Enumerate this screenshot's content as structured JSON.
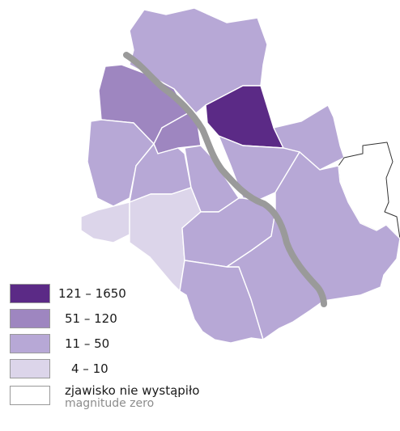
{
  "colors": {
    "class_121_1650": "#5b2a86",
    "class_51_120": "#9e86c0",
    "class_11_50": "#b7a8d6",
    "class_4_10": "#dcd5ea",
    "class_zero": "#ffffff",
    "district_border": "#ffffff",
    "outline_zero": "#333333",
    "river": "#9a9a9a"
  },
  "legend": {
    "items": [
      {
        "label": "121 – 1650",
        "class": "121-1650"
      },
      {
        "label": "51 – 120",
        "class": "51-120"
      },
      {
        "label": "11 – 50",
        "class": "11-50"
      },
      {
        "label": "4 – 10",
        "class": "4-10"
      }
    ],
    "zero": {
      "label": "zjawisko nie wystąpiło",
      "sublabel": "magnitude zero"
    }
  },
  "districts": [
    {
      "id": "north",
      "class": "11-50"
    },
    {
      "id": "northwest",
      "class": "51-120"
    },
    {
      "id": "center-north",
      "class": "51-120"
    },
    {
      "id": "northeast",
      "class": "121-1650"
    },
    {
      "id": "east-north",
      "class": "11-50"
    },
    {
      "id": "far-east",
      "class": "zero"
    },
    {
      "id": "west",
      "class": "11-50"
    },
    {
      "id": "central-west",
      "class": "11-50"
    },
    {
      "id": "central",
      "class": "11-50"
    },
    {
      "id": "east-central",
      "class": "11-50"
    },
    {
      "id": "east",
      "class": "11-50"
    },
    {
      "id": "southwest-a",
      "class": "4-10"
    },
    {
      "id": "southwest-b",
      "class": "4-10"
    },
    {
      "id": "south-central",
      "class": "11-50"
    },
    {
      "id": "southeast",
      "class": "11-50"
    },
    {
      "id": "south",
      "class": "11-50"
    },
    {
      "id": "south-east-bottom",
      "class": "11-50"
    }
  ]
}
